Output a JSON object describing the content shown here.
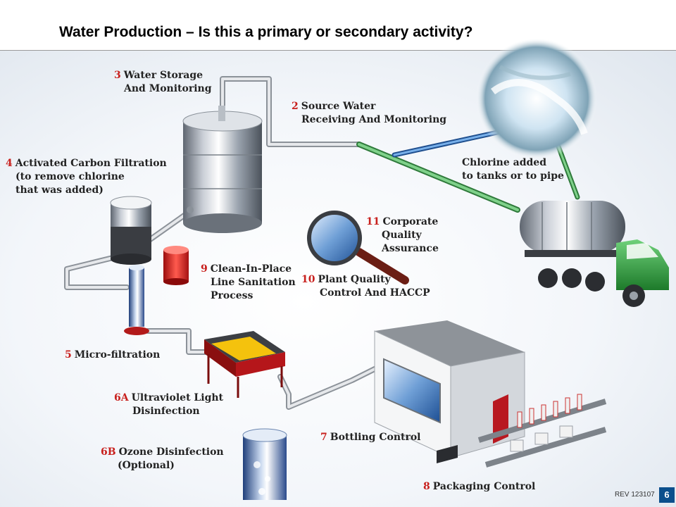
{
  "slide": {
    "title": "Water Production – Is this a primary or secondary activity?"
  },
  "labels": {
    "water_storage": {
      "num": "3",
      "line1": "Water Storage",
      "line2": "And Monitoring"
    },
    "source_water": {
      "num": "2",
      "line1": "Source Water",
      "line2": "Receiving And Monitoring"
    },
    "chlorine": {
      "line1": "Chlorine added",
      "line2": "to tanks or to pipe"
    },
    "carbon": {
      "num": "4",
      "line1": "Activated Carbon Filtration",
      "line2": "(to remove chlorine",
      "line3": "that was added)"
    },
    "corporate_qa": {
      "num": "11",
      "line1": "Corporate",
      "line2": "Quality",
      "line3": "Assurance"
    },
    "cip": {
      "num": "9",
      "line1": "Clean-In-Place",
      "line2": "Line Sanitation",
      "line3": "Process"
    },
    "plant_qc": {
      "num": "10",
      "line1": "Plant Quality",
      "line2": "Control And HACCP"
    },
    "micro": {
      "num": "5",
      "line1": "Micro-filtration"
    },
    "uv": {
      "num": "6A",
      "line1": "Ultraviolet Light",
      "line2": "Disinfection"
    },
    "bottling": {
      "num": "7",
      "line1": "Bottling Control"
    },
    "ozone": {
      "num": "6B",
      "line1": "Ozone Disinfection",
      "line2": "(Optional)"
    },
    "packaging": {
      "num": "8",
      "line1": "Packaging Control"
    }
  },
  "footer": {
    "rev": "REV 123107",
    "page": "6"
  },
  "colors": {
    "accent_red": "#c8201d",
    "page_box": "#0b4f8c",
    "pipe_green": "#4fa85a",
    "pipe_blue": "#3a78c2",
    "truck_green": "#2e9c3c"
  },
  "icons": [
    "water-source-image",
    "storage-tank-icon",
    "carbon-filter-icon",
    "cip-cylinder-icon",
    "magnifier-icon",
    "micro-filter-icon",
    "uv-unit-icon",
    "ozone-tank-icon",
    "tanker-truck-icon",
    "bottling-plant-icon"
  ]
}
